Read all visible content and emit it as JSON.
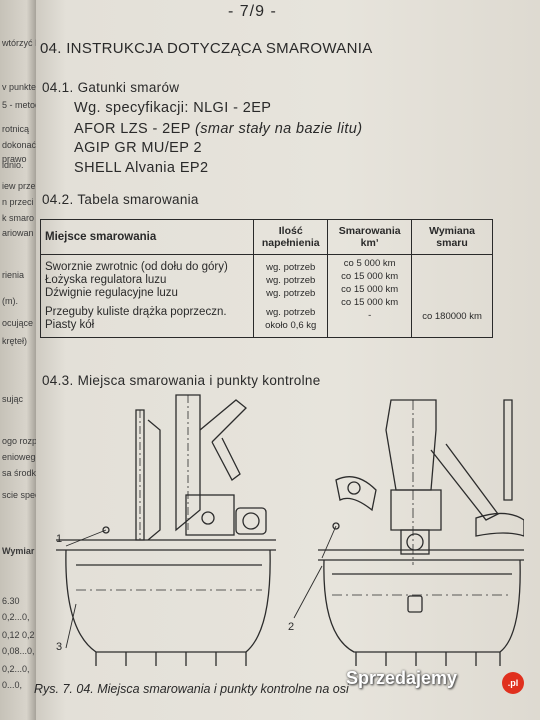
{
  "page_number": "- 7/9 -",
  "left_page_fragments": [
    "wtórzyć I",
    "v punkter",
    "5 - metod",
    "rotnicą",
    "dokonać",
    "prawo",
    "idnio.",
    "iew prze",
    "n przeci",
    "k smaro",
    "ariowan",
    "rienia",
    "(m).",
    "ocujące",
    "kręteł)",
    "sując",
    "ogo rozpie",
    "eniowego",
    "sa środk",
    "scie specja",
    "Wymiar",
    "6.30",
    "0,2...0,",
    "0,12 0,2",
    "0,08...0,",
    "0,2...0,",
    "0...0,"
  ],
  "section": {
    "title": "04. INSTRUKCJA DOTYCZĄCA SMAROWANIA",
    "grades": {
      "heading": "04.1. Gatunki smarów",
      "spec_line": "Wg. specyfikacji:  NLGI - 2EP",
      "afor_main": "AFOR  LZS - 2EP",
      "afor_note": "(smar stały na bazie litu)",
      "agip": "AGIP  GR  MU/EP 2",
      "shell": "SHELL  Alvania  EP2"
    },
    "table": {
      "heading": "04.2. Tabela  smarowania",
      "headers": {
        "place": "Miejsce  smarowania",
        "amount": "Ilość napełnienia",
        "interval": "Smarowania km",
        "interval_mark": "ʼ",
        "replacement": "Wymiana smaru"
      },
      "rows": [
        {
          "place": "Sworznie zwrotnic (od dołu  do góry)",
          "amount": "wg. potrzeb",
          "interval": "co  5 000 km",
          "replacement": ""
        },
        {
          "place": "Łożyska regulatora luzu",
          "amount": "wg. potrzeb",
          "interval": "co 15 000 km",
          "replacement": ""
        },
        {
          "place": "Dźwignie regulacyjne luzu",
          "amount": "wg. potrzeb",
          "interval": "co 15 000 km",
          "replacement": ""
        },
        {
          "place": "",
          "amount": "",
          "interval": "co 15 000 km",
          "replacement": ""
        },
        {
          "place": "Przeguby kuliste drążka poprzeczn.",
          "amount": "wg. potrzeb",
          "interval": "-",
          "replacement": "co 180000 km"
        },
        {
          "place": "Piasty kół",
          "amount": "około 0,6 kg",
          "interval": "",
          "replacement": ""
        }
      ]
    },
    "points": {
      "heading": "04.3.  Miejsca  smarowania  i  punkty  kontrolne",
      "labels": {
        "one": "1",
        "two": "2",
        "three": "3"
      },
      "caption": "Rys. 7. 04.  Miejsca smarowania i punkty kontrolne na osi"
    }
  },
  "watermark": {
    "text": "Sprzedajemy",
    "badge": ".pl"
  }
}
